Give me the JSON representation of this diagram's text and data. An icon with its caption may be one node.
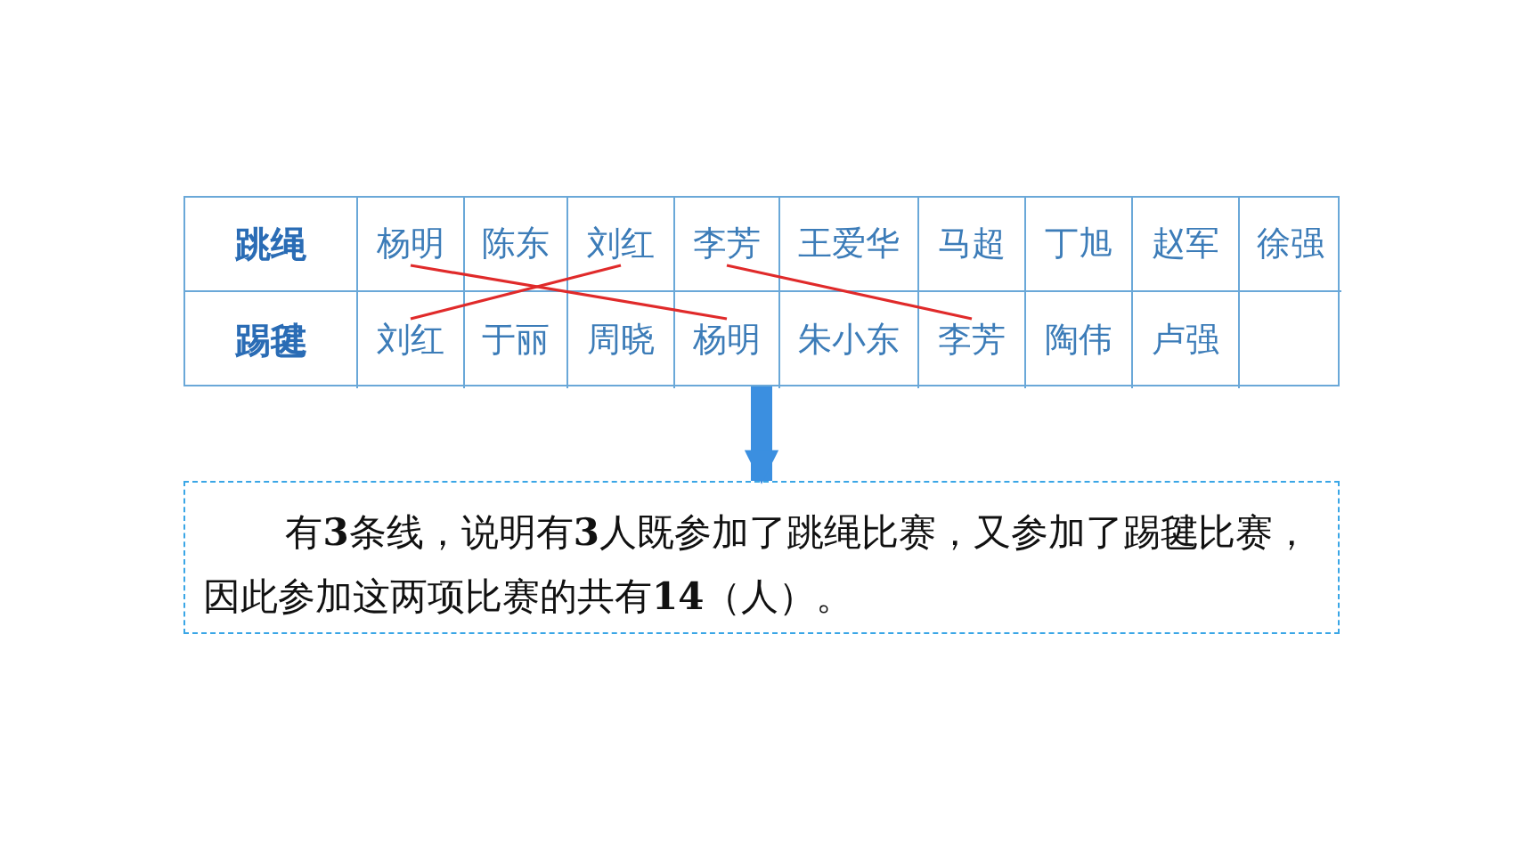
{
  "diagram": {
    "nodes": [
      {
        "text": [],
        "shape": "box"
      },
      {
        "text": [
          "跳绳"
        ],
        "in": 0
      },
      {
        "text": [
          "杨明"
        ],
        "in": 0
      },
      {
        "text": [
          "陈东"
        ],
        "in": 0
      },
      {
        "text": [
          "刘红"
        ],
        "in": 0
      },
      {
        "text": [
          "李芳"
        ],
        "in": 0
      },
      {
        "text": [
          "王爱华"
        ],
        "in": 0
      },
      {
        "text": [
          "马超"
        ],
        "in": 0
      },
      {
        "text": [
          "丁旭"
        ],
        "in": 0
      },
      {
        "text": [
          "赵军"
        ],
        "in": 0
      },
      {
        "text": [
          "徐强"
        ],
        "in": 0
      },
      {
        "text": [
          "踢毽"
        ],
        "in": 0
      },
      {
        "text": [
          "刘红"
        ],
        "in": 0
      },
      {
        "text": [
          "于丽"
        ],
        "in": 0
      },
      {
        "text": [
          "周晓"
        ],
        "in": 0
      },
      {
        "text": [
          "杨明"
        ],
        "in": 0
      },
      {
        "text": [
          "朱小东"
        ],
        "in": 0
      },
      {
        "text": [
          "李芳"
        ],
        "in": 0
      },
      {
        "text": [
          "陶伟"
        ],
        "in": 0
      },
      {
        "text": [
          "卢强"
        ],
        "in": 0
      },
      {
        "text": [
          "有**3**条线，说明有**3**人既参加了跳绳比赛，又参加了踢毽比赛，因此参加这两项比赛的共有**14**（人）。"
        ]
      }
    ],
    "edges": [
      {
        "from": 2,
        "to": 15,
        "arrow": "none"
      },
      {
        "from": 4,
        "to": 12,
        "arrow": "none"
      },
      {
        "from": 5,
        "to": 17,
        "arrow": "none"
      },
      {
        "from": 0,
        "to": 20,
        "arrow": "to",
        "style": "thick",
        "color": "#3b8fe0"
      }
    ]
  }
}
